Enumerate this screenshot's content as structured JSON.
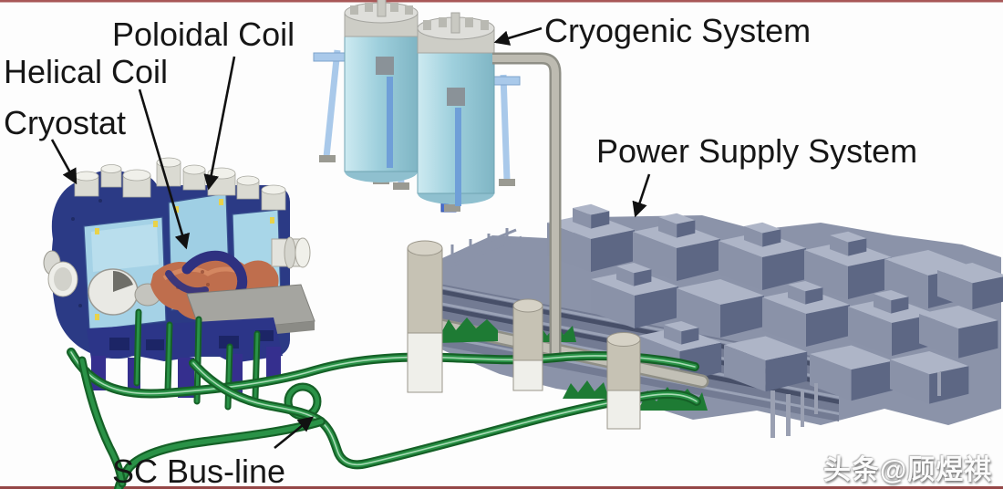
{
  "diagram": {
    "title_context": "Superconducting helical fusion device system overview",
    "labels": {
      "poloidal_coil": "Poloidal Coil",
      "helical_coil": "Helical Coil",
      "cryostat": "Cryostat",
      "cryogenic_system": "Cryogenic System",
      "power_supply_system": "Power Supply System",
      "sc_bus_line": "SC Bus-line"
    },
    "watermark": "头条@顾煜祺",
    "colors": {
      "background": "#fdfdfd",
      "frame_line_red": "#993a3a",
      "label_text": "#161616",
      "machine_shell_navy": "#2b3a85",
      "machine_panel_blue": "#a5d2e6",
      "plasma_orange": "#bf6e4d",
      "helical_band_navy": "#2f3180",
      "tank_cyan": "#9fd0dd",
      "tank_leg_blue": "#a9c9ea",
      "tank_top_gray": "#cfcfc8",
      "pipe_gray": "#bdbbb1",
      "building_slate": "#8b93a9",
      "building_slate_light": "#aeb5c7",
      "building_slate_dark": "#5d6784",
      "bus_line_green_dark": "#156127",
      "bus_line_green": "#2a9247",
      "pillar_tan": "#c6c2b4"
    }
  }
}
